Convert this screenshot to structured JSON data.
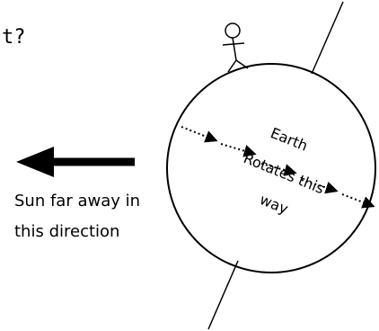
{
  "text_fragment": "t?",
  "sun_caption": {
    "line1": "Sun far away in",
    "line2": "this direction"
  },
  "globe": {
    "name": "Earth",
    "rotation_line1": "Rotates this",
    "rotation_line2": "way"
  },
  "colors": {
    "ink": "#000000",
    "background": "#ffffff"
  },
  "icons": [
    "person-icon",
    "left-arrow-icon",
    "dotted-arrow-icon"
  ]
}
